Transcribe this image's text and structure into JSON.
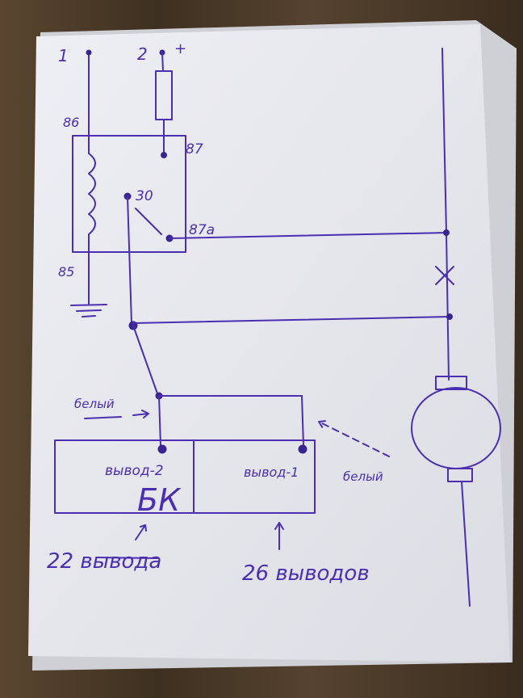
{
  "colors": {
    "ink": "#4b2fb0",
    "paper": "#e9eaf0",
    "wood": "#4a3a28"
  },
  "labels": {
    "pin1": "1",
    "pin2": "2",
    "plus": "+",
    "pin86": "86",
    "pin87": "87",
    "pin30": "30",
    "pin87a": "87a",
    "pin85": "85",
    "white_left": "белый",
    "white_right": "белый",
    "output2": "вывод-2",
    "output1": "вывод-1",
    "block": "БК",
    "pins22": "22 вывода",
    "pins26": "26 выводов"
  }
}
